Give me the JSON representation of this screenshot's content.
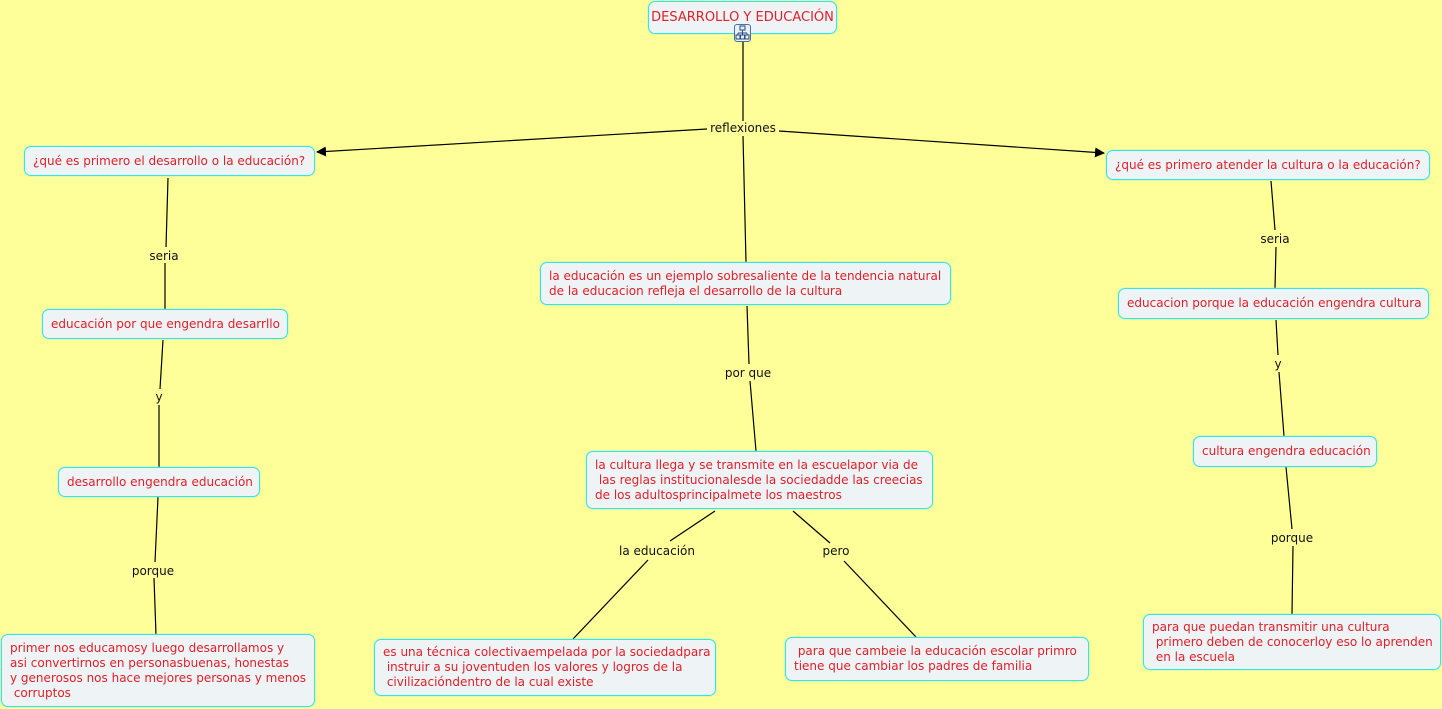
{
  "map": {
    "title": "DESARROLLO Y EDUCACIÓN",
    "background": "#ffff99",
    "concept_text_color": "#e0202a",
    "concept_border_color": "#33e5e5",
    "concept_fill_color": "#eef3f6",
    "link_text_color": "#111111"
  },
  "concepts": [
    {
      "id": "root",
      "text": "DESARROLLO Y EDUCACIÓN"
    },
    {
      "id": "q-left",
      "text": "¿qué es primero el desarrollo o la educación?"
    },
    {
      "id": "q-right",
      "text": "¿qué es primero atender la cultura o la educación?"
    },
    {
      "id": "center-1",
      "text": "la educación es un ejemplo sobresaliente de la tendencia natural\nde la educacion refleja el desarrollo de la cultura"
    },
    {
      "id": "left-2",
      "text": "educación por que engendra desarrllo"
    },
    {
      "id": "left-3",
      "text": "desarrollo engendra educación"
    },
    {
      "id": "left-4",
      "text": "primer nos educamosy luego desarrollamos y\nasi convertirnos en personasbuenas, honestas\ny generosos nos hace mejores personas y menos\n corruptos"
    },
    {
      "id": "center-2",
      "text": "la cultura llega y se transmite en la escuelapor via de\n las reglas institucionalesde la sociedadde las creecias\nde los adultosprincipalmete los maestros"
    },
    {
      "id": "center-3",
      "text": "es una técnica colectivaempelada por la sociedadpara\n instruir a su joventuden los valores y logros de la\n civilizacióndentro de la cual existe"
    },
    {
      "id": "center-4",
      "text": " para que cambeie la educación escolar primro\ntiene que cambiar los padres de familia"
    },
    {
      "id": "right-2",
      "text": "educacion porque la educación engendra cultura"
    },
    {
      "id": "right-3",
      "text": "cultura engendra educación"
    },
    {
      "id": "right-4",
      "text": "para que puedan transmitir una cultura\n primero deben de conocerloy eso lo aprenden\n en la escuela"
    }
  ],
  "links": [
    {
      "id": "reflexiones",
      "text": "reflexiones"
    },
    {
      "id": "seria-left",
      "text": "seria"
    },
    {
      "id": "y-left",
      "text": "y"
    },
    {
      "id": "porque-left",
      "text": "porque"
    },
    {
      "id": "por-que-center",
      "text": "por que"
    },
    {
      "id": "la-educacion",
      "text": "la educación"
    },
    {
      "id": "pero",
      "text": "pero"
    },
    {
      "id": "seria-right",
      "text": "seria"
    },
    {
      "id": "y-right",
      "text": "y"
    },
    {
      "id": "porque-right",
      "text": "porque"
    }
  ],
  "icons": {
    "root_expand": "concept-map-hierarchy-icon"
  }
}
